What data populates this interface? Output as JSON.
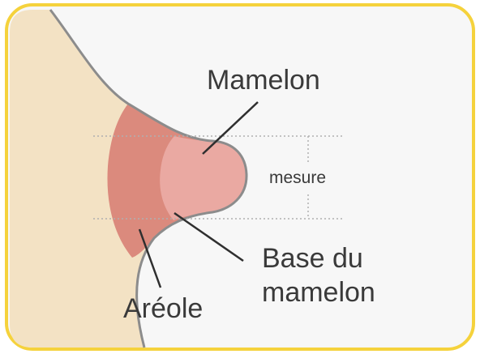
{
  "labels": {
    "mamelon": "Mamelon",
    "mesure": "mesure",
    "base_line1": "Base du",
    "base_line2": "mamelon",
    "areole": "Aréole"
  },
  "colors": {
    "frame_border": "#f5d23c",
    "frame_fill": "#f7f7f7",
    "skin": "#f3e2c4",
    "skin_outline": "#8c8c8c",
    "areola": "#db8a7d",
    "nipple": "#eaa9a2",
    "leader_lines": "#2f2f2f",
    "guide_lines": "#b0b0b0",
    "text": "#3a3a3a"
  }
}
